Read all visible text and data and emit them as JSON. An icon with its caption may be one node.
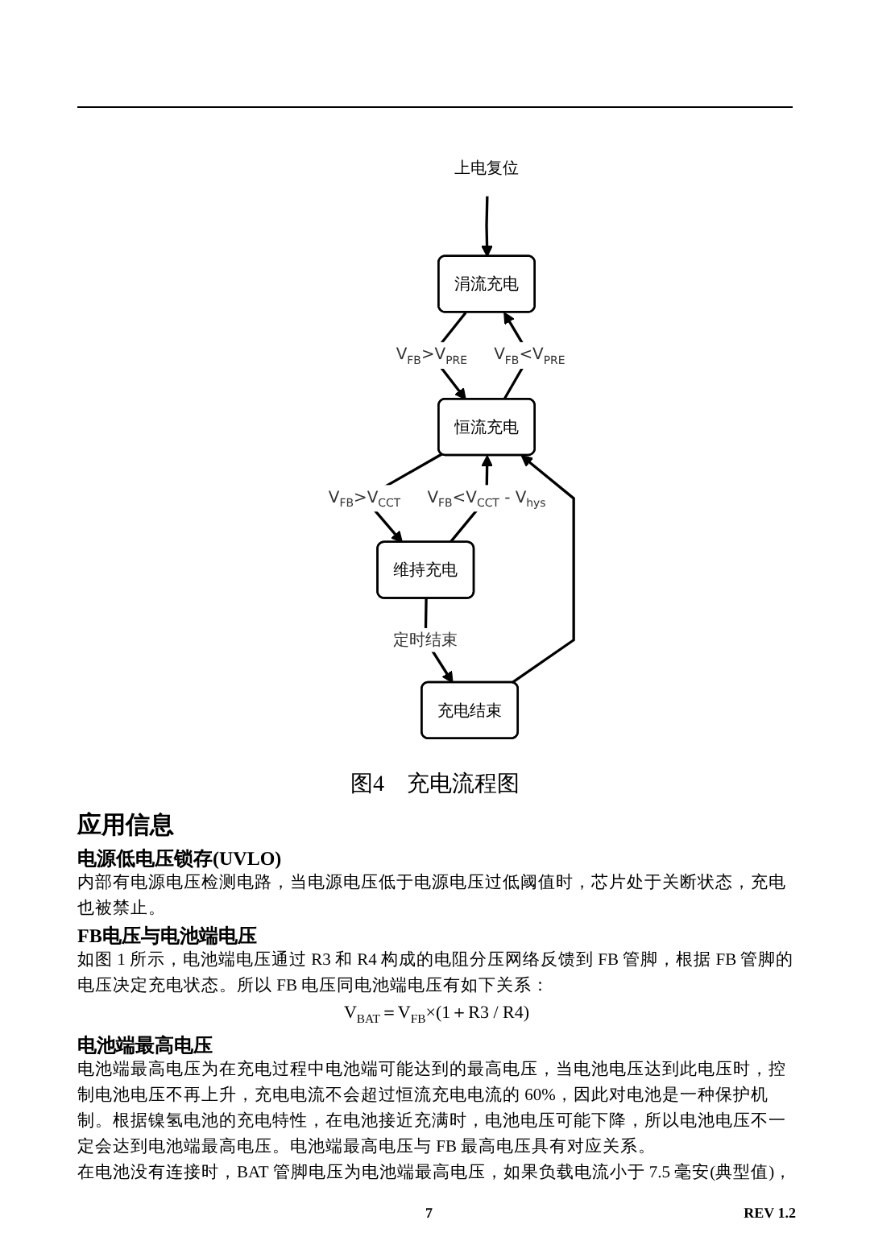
{
  "diagram": {
    "caption": "图4　充电流程图",
    "nodes": [
      {
        "text": [
          "上电复位"
        ]
      },
      {
        "text": [
          "涓流充电"
        ]
      },
      {
        "text": [
          "恒流充电"
        ]
      },
      {
        "text": [
          "维持充电"
        ]
      },
      {
        "text": [
          "充电结束"
        ]
      }
    ],
    "edges": [
      {
        "from": 0,
        "to": 1,
        "arrow": "to"
      },
      {
        "from": 1,
        "to": 2,
        "arrow": "to",
        "label": "V$_{FB}$>V$_{PRE}$"
      },
      {
        "from": 2,
        "to": 1,
        "arrow": "to",
        "label": "V$_{FB}$<V$_{PRE}$"
      },
      {
        "from": 2,
        "to": 3,
        "arrow": "to",
        "label": "V$_{FB}$>V$_{CCT}$"
      },
      {
        "from": 3,
        "to": 2,
        "arrow": "to",
        "label": "V$_{FB}$<V$_{CCT}$ - V$_{hys}$"
      },
      {
        "from": 3,
        "to": 4,
        "arrow": "to",
        "label": "定时结束"
      },
      {
        "from": 4,
        "to": 2,
        "arrow": "to"
      }
    ],
    "labels": [
      "应用信息",
      "电源低电压锁存(UVLO)",
      "内部有电源电压检测电路，当电源电压低于电源电压过低阈值时，芯片处于关断状态，充电也被禁止。",
      "FB电压与电池端电压",
      "如图 1 所示，电池端电压通过 R3 和 R4 构成的电阻分压网络反馈到 FB 管脚，根据 FB 管脚的电压决定充电状态。所以 FB 电压同电池端电压有如下关系：",
      "V$_{BAT}$＝V$_{FB}$×(1＋R3 / R4)",
      "电池端最高电压",
      "电池端最高电压为在充电过程中电池端可能达到的最高电压，当电池电压达到此电压时，控制电池电压不再上升，充电电流不会超过恒流充电电流的 60%，因此对电池是一种保护机制。根据镍氢电池的充电特性，在电池接近充满时，电池电压可能下降，所以电池电压不一定会达到电池端最高电压。电池端最高电压与 FB 最高电压具有对应关系。",
      "在电池没有连接时，BAT 管脚电压为电池端最高电压，如果负载电流小于 7.5 毫安(典型值)，",
      "7",
      "REV 1.2"
    ]
  }
}
